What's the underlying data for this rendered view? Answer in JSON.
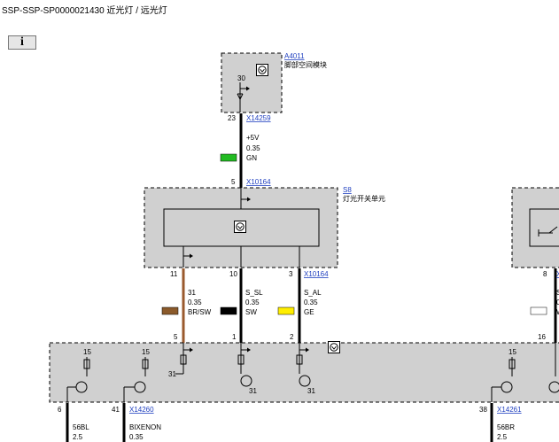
{
  "header": {
    "title": "SSP-SSP-SP0000021430 近光灯 / 远光灯"
  },
  "info_button": {
    "label": "i"
  },
  "colors": {
    "module_fill": "#d0d0d0",
    "wire_black": "#000000",
    "wire_brown": "#9a5a2e",
    "gn": "#22bb22",
    "br": "#8b5a2b",
    "sw": "#000000",
    "ge": "#ffee00",
    "ws": "#ffffff",
    "link": "#1f3fbf"
  },
  "a4011": {
    "id": "A4011",
    "name": "脚部空间模块",
    "inner_pin": "30",
    "pin": "23",
    "connector": "X14259"
  },
  "wire_gn": {
    "signal": "+5V",
    "size": "0.35",
    "color": "GN"
  },
  "s8": {
    "id": "S8",
    "name": "灯光开关单元",
    "top_pin": "5",
    "top_connector": "X10164",
    "bottom_connector": "X10164"
  },
  "wires_s8": [
    {
      "pin_top": "11",
      "label": "31",
      "size": "0.35",
      "color": "BR/SW",
      "pin_bottom": "5"
    },
    {
      "pin_top": "10",
      "label": "S_SL",
      "size": "0.35",
      "color": "SW",
      "pin_bottom": "1"
    },
    {
      "pin_top": "3",
      "label": "S_AL",
      "size": "0.35",
      "color": "GE",
      "pin_bottom": "2"
    }
  ],
  "right_wire": {
    "pin_top": "8",
    "pin_bottom": "16",
    "label_fragment": "S",
    "size_fragment": "0",
    "color_fragment": "W",
    "connector_fragment": "X"
  },
  "bottom_module": {
    "pins": {
      "p15a": "15",
      "p15b": "15",
      "p15c": "15",
      "p31a": "31",
      "p31b": "31",
      "p31c": "31"
    }
  },
  "bottom": {
    "left": {
      "pin": "6",
      "label": "56BL",
      "size": "2.5"
    },
    "mid": {
      "pin": "41",
      "connector": "X14260",
      "label": "BIXENON",
      "size": "0.35"
    },
    "right": {
      "pin": "38",
      "connector": "X14261",
      "label": "56BR",
      "size": "2.5"
    }
  }
}
